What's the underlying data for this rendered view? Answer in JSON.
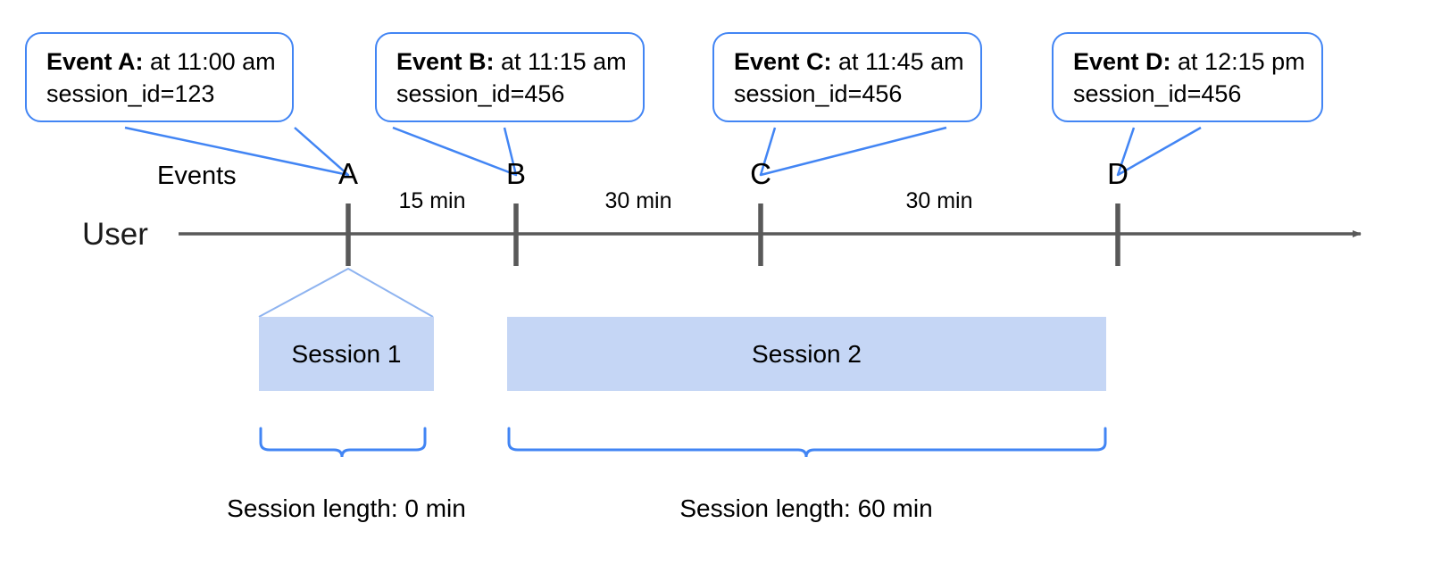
{
  "diagram": {
    "title_row_label": "Events",
    "actor_label": "User",
    "callouts": [
      {
        "name": "event-a",
        "bold": "Event A:",
        "rest": " at 11:00 am",
        "line2": "session_id=123",
        "time": "11:00 am",
        "session_id": "123"
      },
      {
        "name": "event-b",
        "bold": "Event B:",
        "rest": " at 11:15 am",
        "line2": "session_id=456",
        "time": "11:15 am",
        "session_id": "456"
      },
      {
        "name": "event-c",
        "bold": "Event C:",
        "rest": " at 11:45 am",
        "line2": "session_id=456",
        "time": "11:45 am",
        "session_id": "456"
      },
      {
        "name": "event-d",
        "bold": "Event D:",
        "rest": " at 12:15 pm",
        "line2": "session_id=456",
        "time": "12:15 pm",
        "session_id": "456"
      }
    ],
    "event_markers": [
      {
        "letter": "A"
      },
      {
        "letter": "B"
      },
      {
        "letter": "C"
      },
      {
        "letter": "D"
      }
    ],
    "gaps": [
      {
        "label": "15 min"
      },
      {
        "label": "30 min"
      },
      {
        "label": "30 min"
      }
    ],
    "sessions": [
      {
        "label": "Session 1",
        "length_label": "Session length: 0 min"
      },
      {
        "label": "Session 2",
        "length_label": "Session length: 60 min"
      }
    ],
    "colors": {
      "accent_blue": "#4285f4",
      "session_fill": "#c5d6f5",
      "axis_gray": "#595959",
      "text": "#000000"
    }
  }
}
